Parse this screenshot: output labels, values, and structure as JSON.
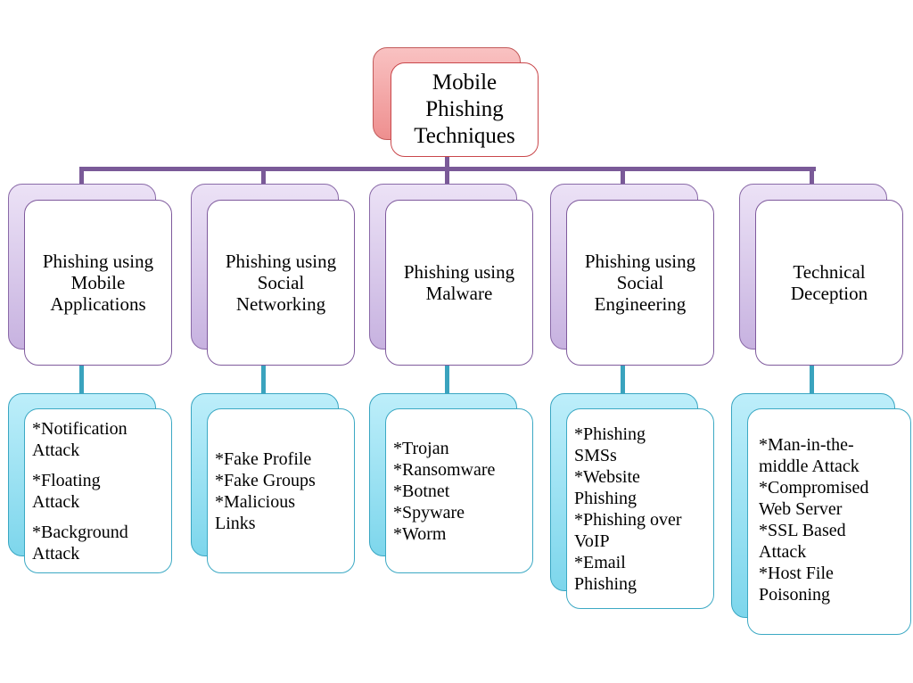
{
  "diagram": {
    "root": {
      "label": "Mobile\nPhishing\nTechniques"
    },
    "categories": [
      {
        "label": "Phishing using\nMobile\nApplications",
        "items": [
          "*Notification\nAttack",
          "*Floating\nAttack",
          "*Background\nAttack"
        ]
      },
      {
        "label": "Phishing using\nSocial\nNetworking",
        "items": [
          "*Fake Profile",
          "*Fake Groups",
          "*Malicious\nLinks"
        ]
      },
      {
        "label": "Phishing using\nMalware",
        "items": [
          "*Trojan",
          "*Ransomware",
          "*Botnet",
          "*Spyware",
          "*Worm"
        ]
      },
      {
        "label": "Phishing using\nSocial\nEngineering",
        "items": [
          "*Phishing\nSMSs",
          "*Website\nPhishing",
          "*Phishing over\nVoIP",
          "*Email\nPhishing"
        ]
      },
      {
        "label": "Technical\nDeception",
        "items": [
          "*Man-in-the-\nmiddle Attack",
          "*Compromised\nWeb Server",
          "*SSL Based\nAttack",
          "*Host File\nPoisoning"
        ]
      }
    ]
  }
}
